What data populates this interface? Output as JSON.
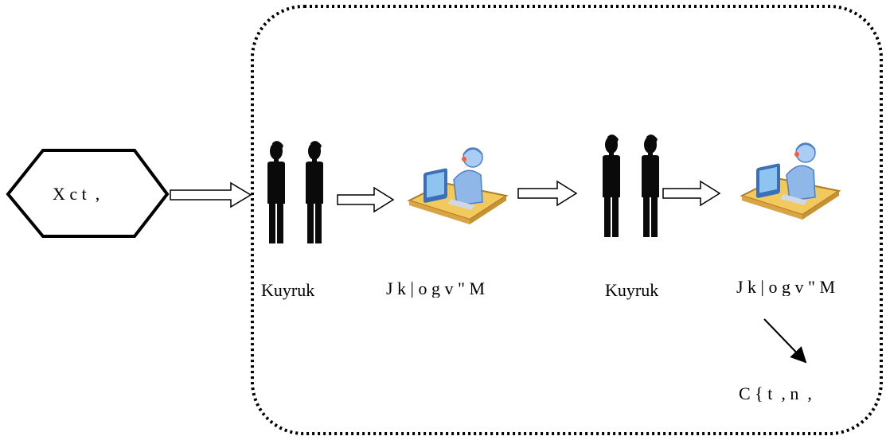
{
  "arrival": {
    "label": "X c t  ,"
  },
  "stage1": {
    "queue_label": "Kuyruk",
    "server_label": "J k | o g v \" M"
  },
  "stage2": {
    "queue_label": "Kuyruk",
    "server_label": "J k | o g v \" M"
  },
  "departure": {
    "label": "C { t  , n  ,"
  },
  "colors": {
    "stroke": "#000000",
    "figure": "#0a0a0a",
    "desk": "#f2c95c",
    "monitor": "#3b6fb6",
    "operator": "#8fb8e8"
  }
}
